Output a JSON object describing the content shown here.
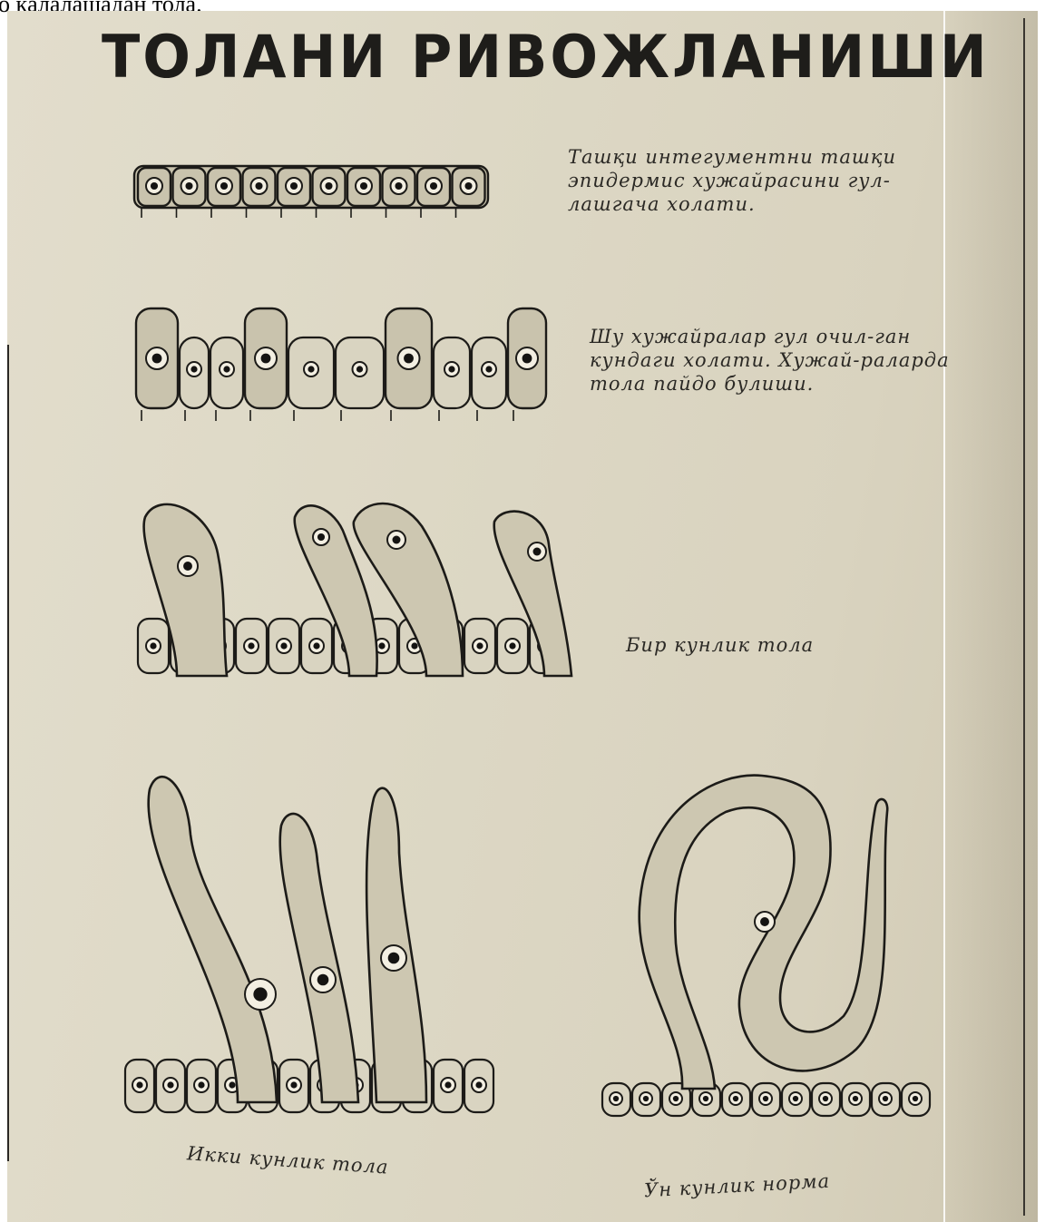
{
  "page_caption": "о қалалашадан тола.",
  "poster": {
    "title": "ТОЛАНИ РИВОЖЛАНИШИ",
    "stages": [
      {
        "caption": "Ташқи интегументни ташқи эпидермис хужайрасини гул-лашгача холати."
      },
      {
        "caption": "Шу хужайралар гул очил-ган кундаги холати. Хужай-раларда тола пайдо булиши."
      },
      {
        "caption": "Бир кунлик тола"
      },
      {
        "caption": "Икки кунлик тола"
      },
      {
        "caption": "Ўн кунлик норма"
      }
    ]
  }
}
